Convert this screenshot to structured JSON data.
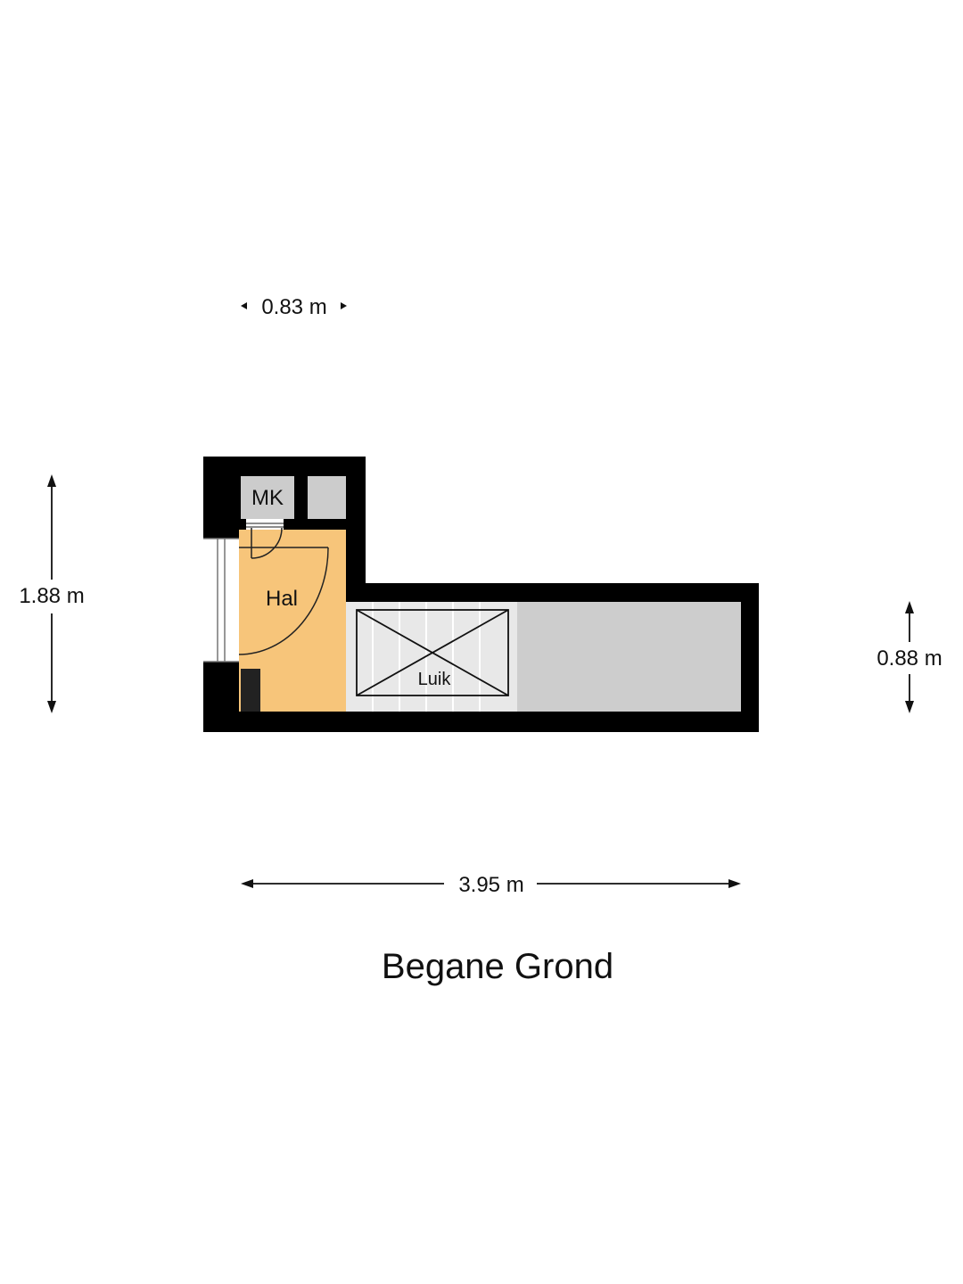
{
  "floor": {
    "title": "Begane Grond"
  },
  "rooms": {
    "hal": "Hal",
    "mk": "MK",
    "luik": "Luik"
  },
  "dimensions": {
    "top_width": "0.83 m",
    "left_height": "1.88 m",
    "right_height": "0.88 m",
    "bottom_width": "3.95 m"
  },
  "colors": {
    "wall": "#000000",
    "hal_floor": "#f7c57a",
    "storage_floor": "#cdcdcd",
    "stair_floor": "#e8e8e8",
    "closet_floor": "#cccccc",
    "text": "#111111"
  }
}
